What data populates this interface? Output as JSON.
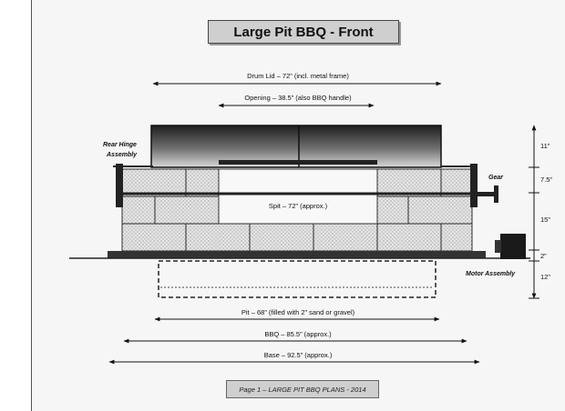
{
  "title": "Large Pit BBQ - Front",
  "footer": "Page 1 – LARGE PIT BBQ PLANS - 2014",
  "labels": {
    "drum_lid": "Drum Lid – 72” (incl. metal frame)",
    "opening": "Opening  – 38.5” (also BBQ handle)",
    "rear_hinge": [
      "Rear Hinge",
      "Assembly"
    ],
    "gear": "Gear",
    "spit": "Spit – 72” (approx.)",
    "motor_assembly": "Motor Assembly",
    "pit": "Pit – 68” (filled with 2” sand or gravel)",
    "bbq": "BBQ – 85.5” (approx.)",
    "base": "Base  – 92.5” (approx.)"
  },
  "heights": {
    "lid": "11”",
    "upper_row": "7.5”",
    "lower_rows": "15”",
    "base_slab": "2”",
    "pit_depth": "12”"
  }
}
